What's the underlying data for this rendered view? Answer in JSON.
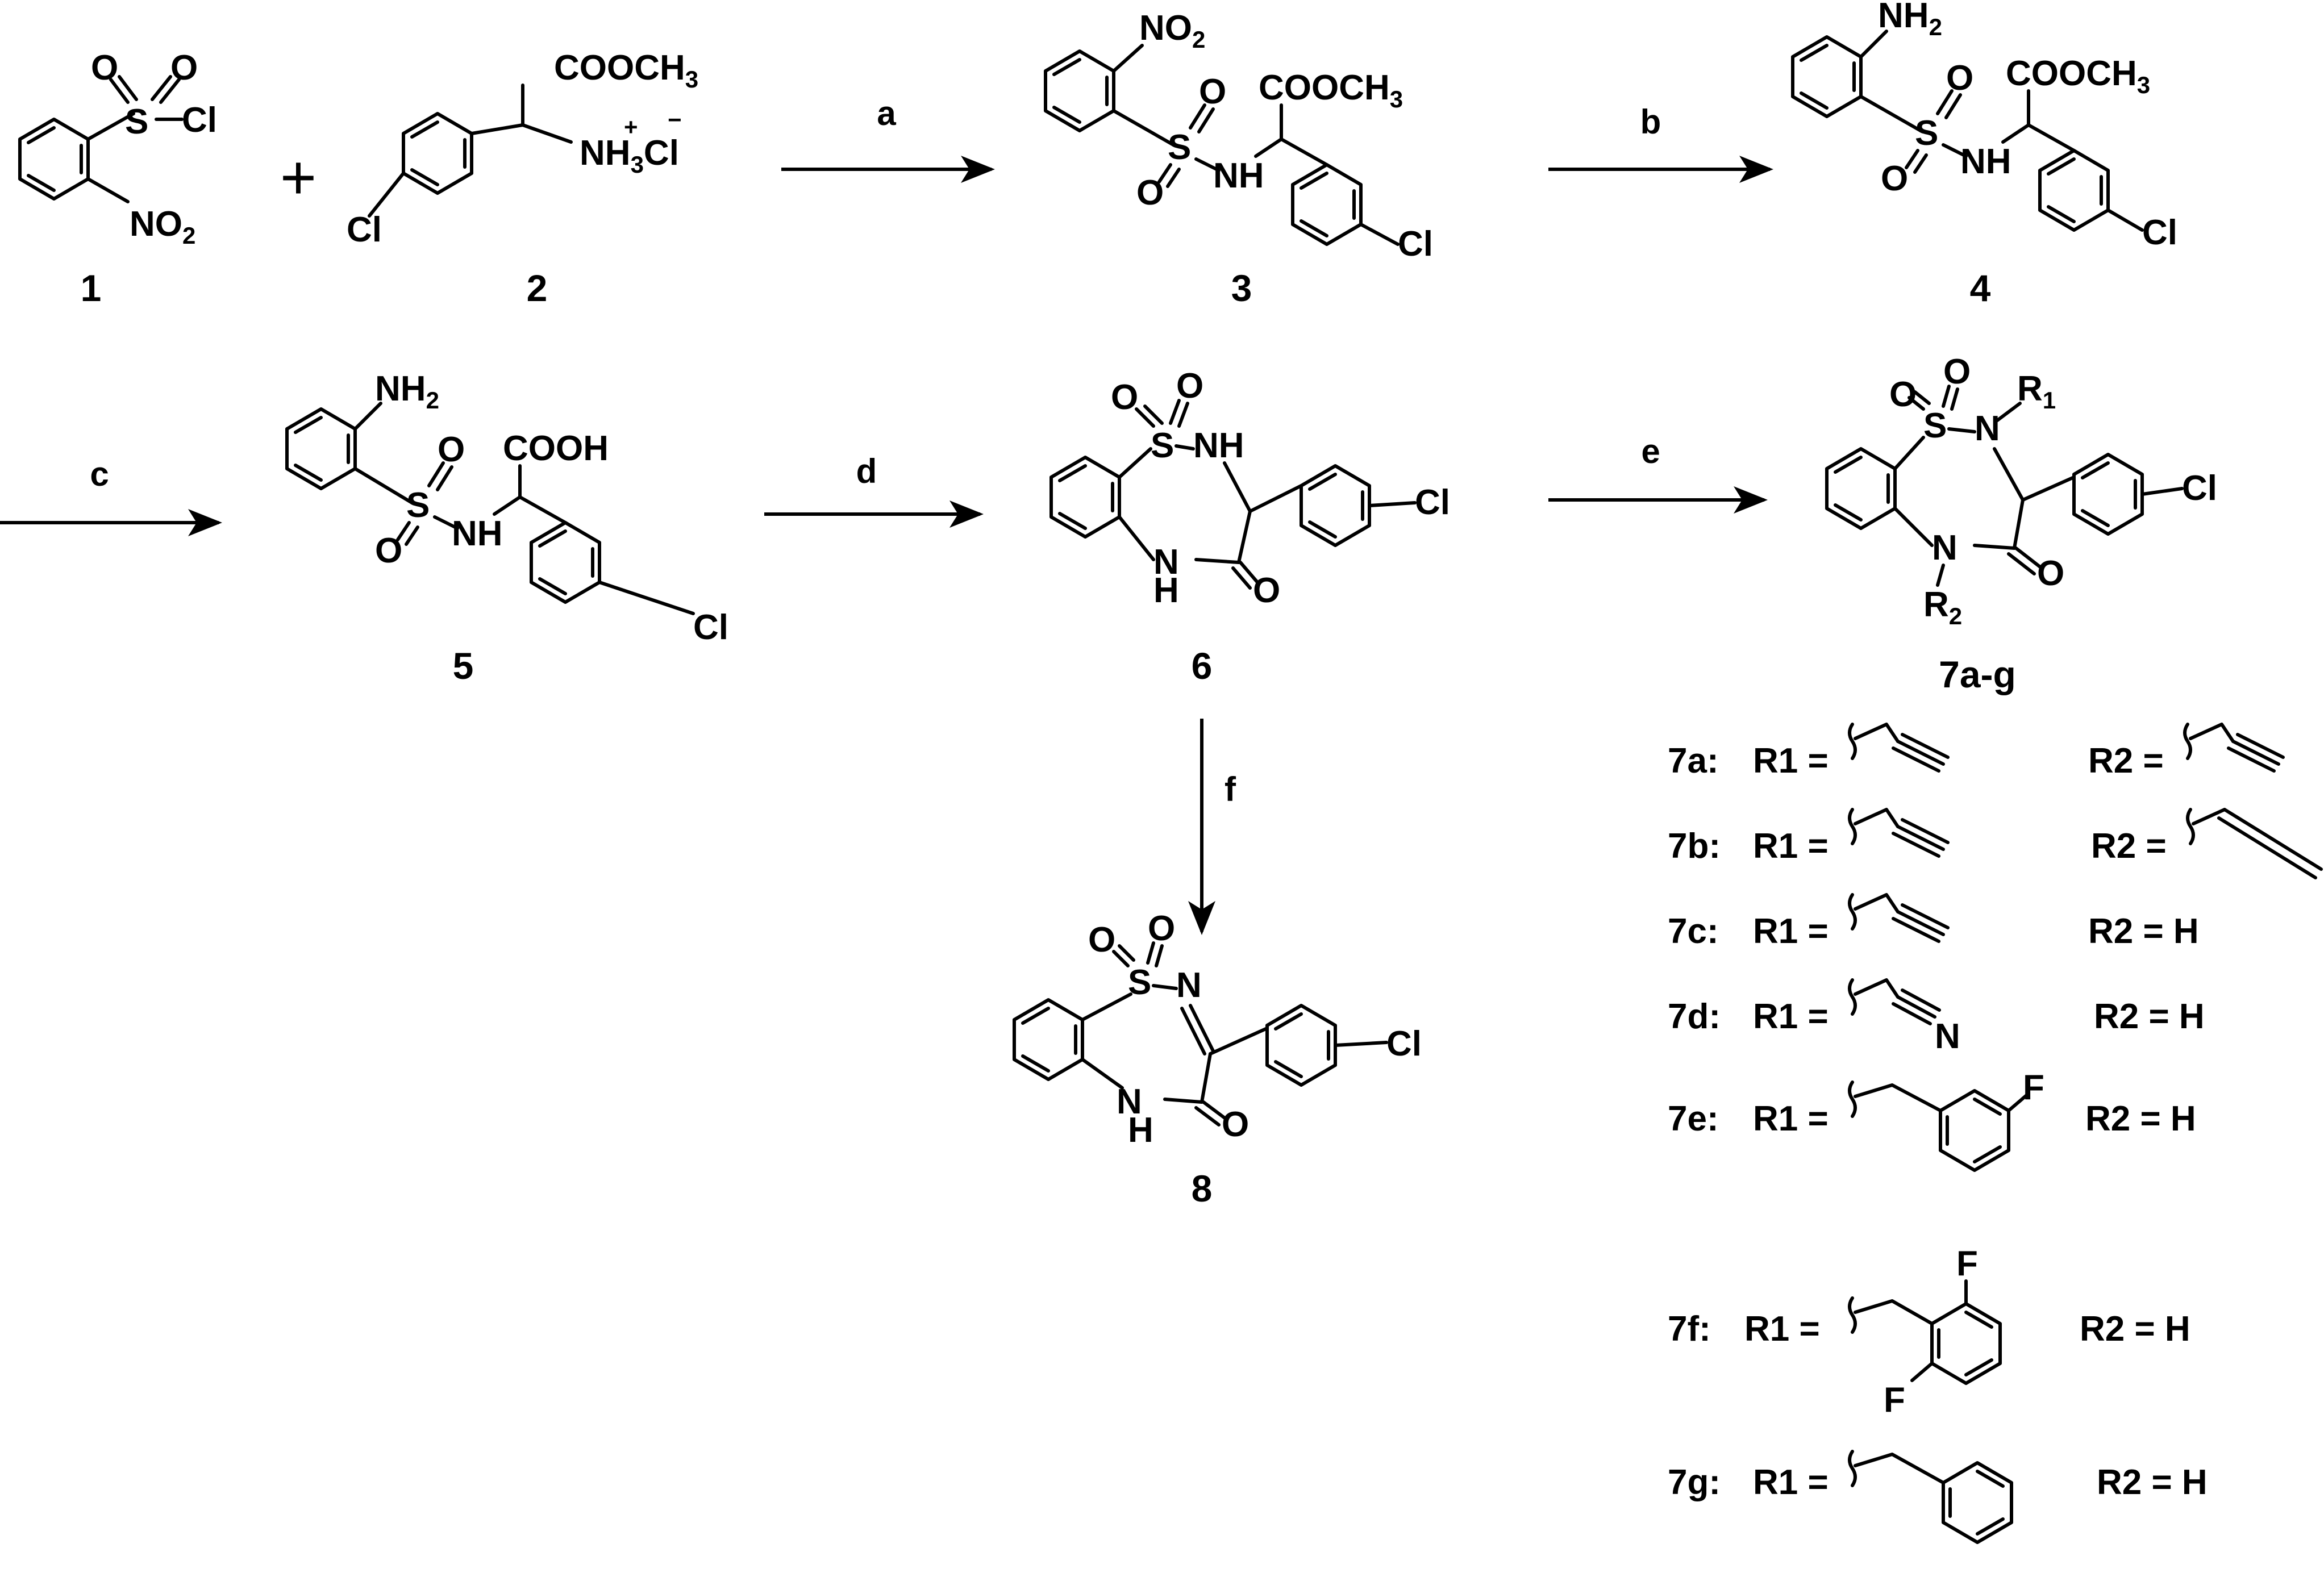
{
  "scheme": {
    "steps": {
      "a": "a",
      "b": "b",
      "c": "c",
      "d": "d",
      "e": "e",
      "f": "f"
    },
    "plus": "+",
    "compounds": {
      "c1": "1",
      "c2": "2",
      "c3": "3",
      "c4": "4",
      "c5": "5",
      "c6": "6",
      "c8": "8",
      "c7_series": "7a-g"
    },
    "atoms": {
      "S": "S",
      "O": "O",
      "Cl": "Cl",
      "N": "N",
      "H": "H",
      "F": "F",
      "NO2": "NO",
      "NH2": "NH",
      "NH": "NH",
      "two": "2",
      "three": "3",
      "COOCH3": "COOCH",
      "COOH": "COOH",
      "NH3": "NH",
      "chloride": "Cl",
      "plus_charge": "+",
      "minus_charge": "−",
      "R": "R",
      "one": "1"
    },
    "substituents": [
      {
        "label": "7a:",
        "r1": "R1 =",
        "r2": "R2 ="
      },
      {
        "label": "7b:",
        "r1": "R1 =",
        "r2": "R2 ="
      },
      {
        "label": "7c:",
        "r1": "R1 =",
        "r2": "R2 = H"
      },
      {
        "label": "7d:",
        "r1": "R1 =",
        "r2": "R2 = H"
      },
      {
        "label": "7e:",
        "r1": "R1 =",
        "r2": "R2 = H"
      },
      {
        "label": "7f:",
        "r1": "R1 =",
        "r2": "R2 = H"
      },
      {
        "label": "7g:",
        "r1": "R1 =",
        "r2": "R2 = H"
      }
    ]
  }
}
